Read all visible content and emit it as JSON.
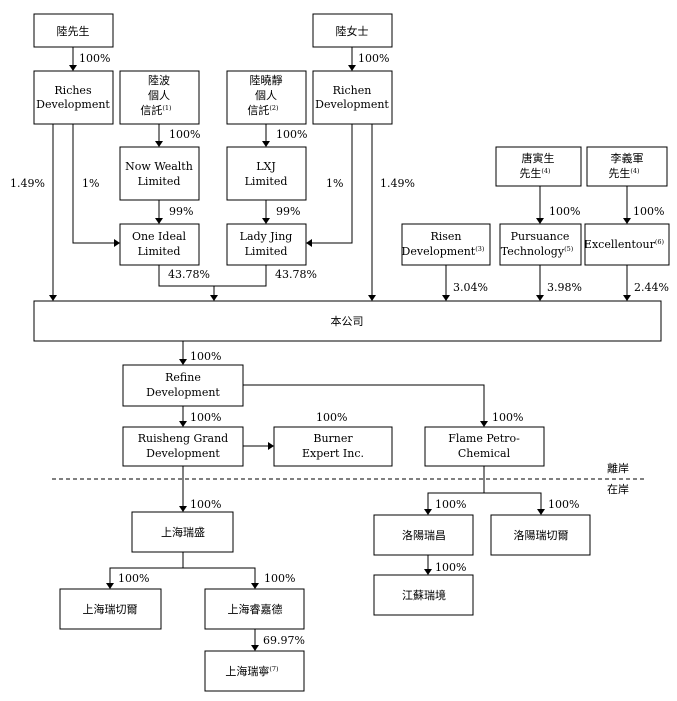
{
  "entities": {
    "mr_lu": "陸先生",
    "ms_lu": "陸女士",
    "riches_dev": [
      "Riches",
      "Development"
    ],
    "lu_bo_trust": [
      "陸波",
      "個人",
      "信託"
    ],
    "lu_bo_trust_note": "(1)",
    "lu_xiaojing_trust": [
      "陸曉靜",
      "個人",
      "信託"
    ],
    "lu_xiaojing_trust_note": "(2)",
    "richen_dev": [
      "Richen",
      "Development"
    ],
    "tang_yinsheng": [
      "唐寅生",
      "先生"
    ],
    "tang_yinsheng_note": "(4)",
    "li_yijun": [
      "李義軍",
      "先生"
    ],
    "li_yijun_note": "(4)",
    "now_wealth": [
      "Now Wealth",
      "Limited"
    ],
    "lxj": [
      "LXJ",
      "Limited"
    ],
    "one_ideal": [
      "One Ideal",
      "Limited"
    ],
    "lady_jing": [
      "Lady Jing",
      "Limited"
    ],
    "risen_dev": [
      "Risen",
      "Development"
    ],
    "risen_dev_note": "(3)",
    "pursuance_tech": [
      "Pursuance",
      "Technology"
    ],
    "pursuance_tech_note": "(5)",
    "excellentour": "Excellentour",
    "excellentour_note": "(6)",
    "company": "本公司",
    "refine_dev": [
      "Refine",
      "Development"
    ],
    "ruisheng_grand": [
      "Ruisheng Grand",
      "Development"
    ],
    "burner_expert": [
      "Burner",
      "Expert Inc."
    ],
    "flame_petro": [
      "Flame Petro-",
      "Chemical"
    ],
    "shanghai_ruisheng": "上海瑞盛",
    "luoyang_ruichang": "洛陽瑞昌",
    "luoyang_ruiqie": "洛陽瑞切爾",
    "shanghai_ruiqie": "上海瑞切爾",
    "shanghai_ruijiade": "上海睿嘉德",
    "jiangsu_ruijing": "江蘇瑞境",
    "shanghai_ruining": "上海瑞寧",
    "shanghai_ruining_note": "(7)"
  },
  "percentages": {
    "mr_lu_riches": "100%",
    "ms_lu_richen": "100%",
    "lubo_nowwealth": "100%",
    "luxj_lxj": "100%",
    "riches_company": "1.49%",
    "riches_oneideal": "1%",
    "richen_ladyjing": "1%",
    "richen_company": "1.49%",
    "nowwealth_oneideal": "99%",
    "lxj_ladyjing": "99%",
    "tang_pursuance": "100%",
    "li_excellentour": "100%",
    "oneideal_company": "43.78%",
    "ladyjing_company": "43.78%",
    "risen_company": "3.04%",
    "pursuance_company": "3.98%",
    "excellentour_company": "2.44%",
    "company_refine": "100%",
    "refine_ruisheng": "100%",
    "ruisheng_burner": "100%",
    "refine_flame": "100%",
    "ruisheng_shanghairuisheng": "100%",
    "flame_luoyangruichang": "100%",
    "flame_luoyangruiqie": "100%",
    "luoyang_jiangsu": "100%",
    "shanghairuisheng_shanghairuiqie": "100%",
    "shanghairuisheng_ruijiade": "100%",
    "ruijiade_ruining": "69.97%"
  },
  "boundary": {
    "offshore": "離岸",
    "onshore": "在岸"
  }
}
